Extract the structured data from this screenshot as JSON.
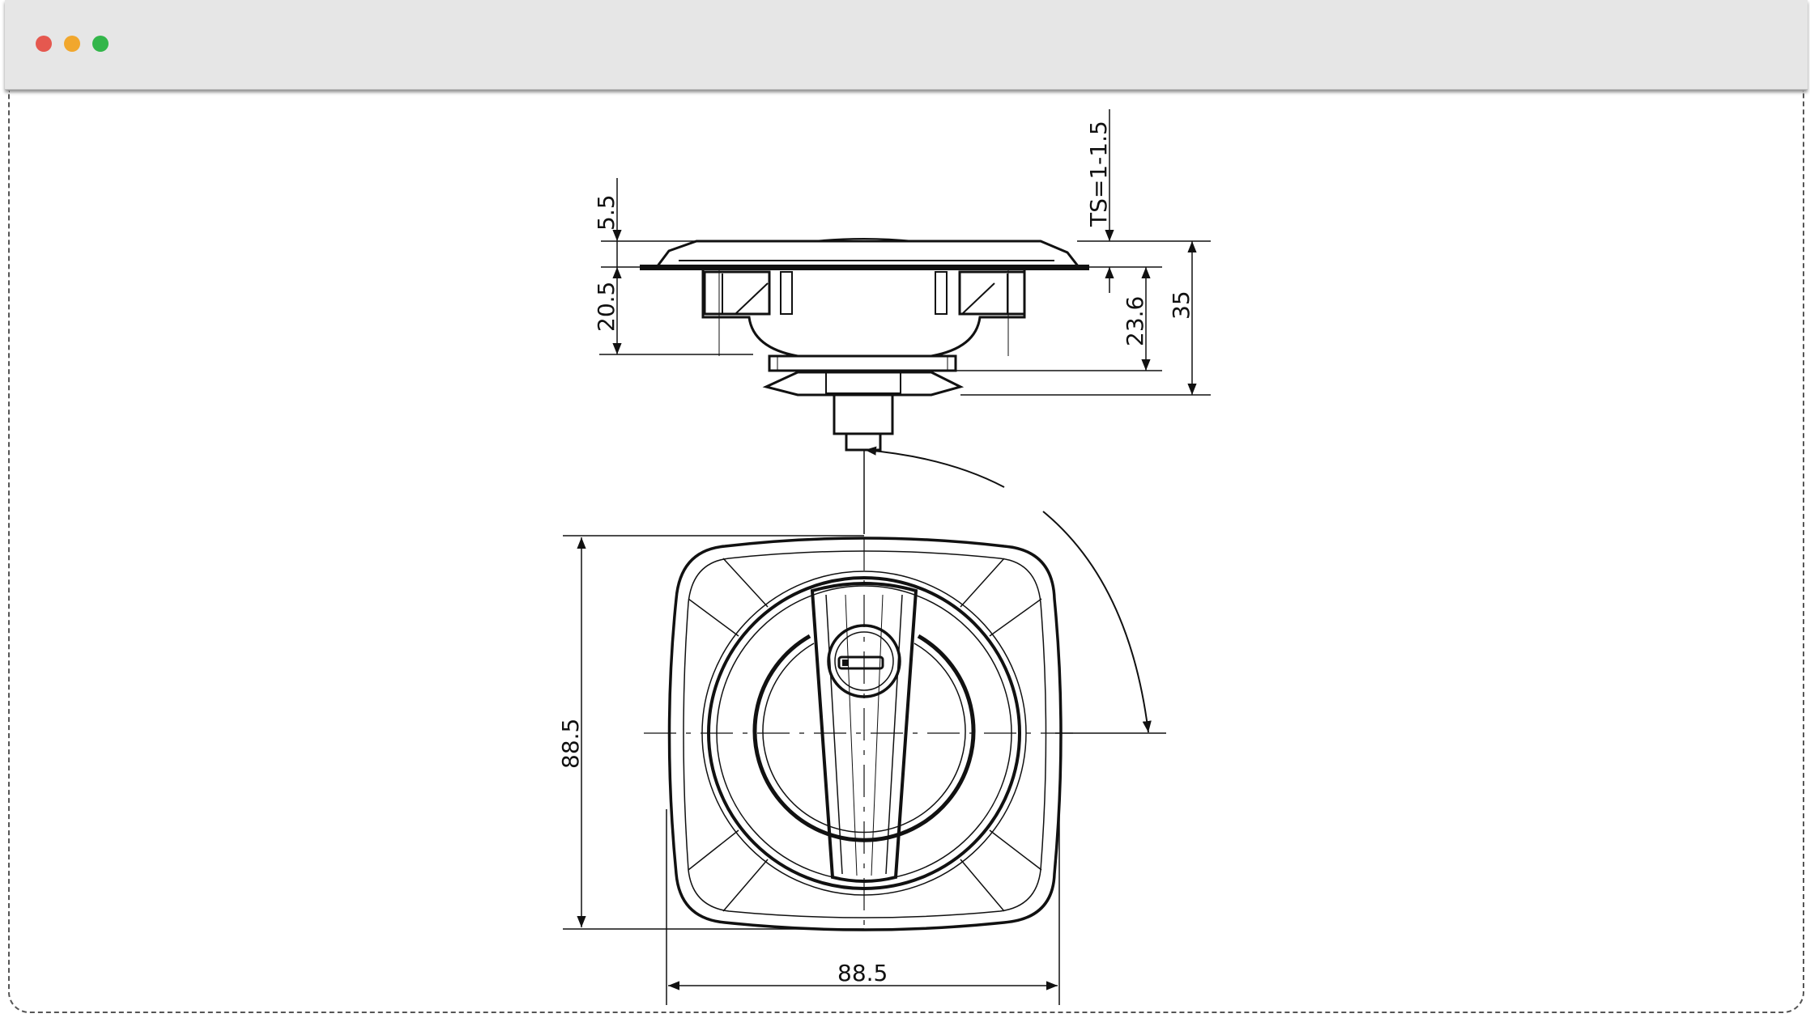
{
  "window": {
    "controls": [
      "close",
      "minimize",
      "zoom"
    ],
    "colors": {
      "close": "#e5584f",
      "minimize": "#f1a72d",
      "zoom": "#33b64a",
      "titlebar": "#e6e6e6"
    }
  },
  "drawing": {
    "dimensions": {
      "top_lip": "5.5",
      "body_depth": "20.5",
      "panel_thickness": "TS=1-1.5",
      "inner_depth": "23.6",
      "overall_depth": "35",
      "height": "88.5",
      "width": "88.5"
    },
    "line_color": "#111111"
  }
}
